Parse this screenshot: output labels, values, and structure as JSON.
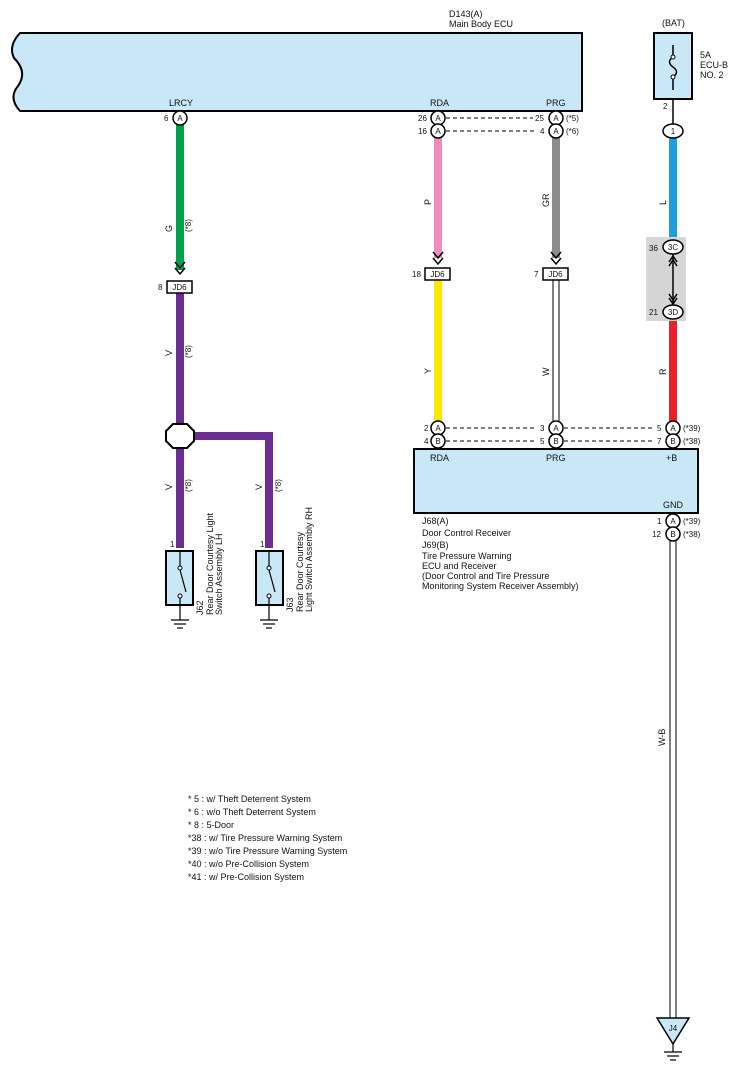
{
  "ecu_main": {
    "code": "D143(A)",
    "name": "Main Body ECU",
    "pins": {
      "lrcy": "LRCY",
      "rda": "RDA",
      "prg": "PRG"
    }
  },
  "battery": {
    "label": "(BAT)",
    "fuse_rating": "5A",
    "fuse_name": "ECU-B",
    "fuse_no": "NO. 2",
    "fuse_pin": "2",
    "conn_1": "1"
  },
  "pins_top": {
    "lrcy_num": "6",
    "lrcy_conn": "A",
    "rda_1_num": "26",
    "rda_1_conn": "A",
    "rda_2_num": "16",
    "rda_2_conn": "A",
    "prg_1_num": "25",
    "prg_1_conn": "A",
    "prg_1_note": "(*5)",
    "prg_2_num": "4",
    "prg_2_conn": "A",
    "prg_2_note": "(*6)"
  },
  "wires": {
    "g": "G",
    "g_note": "(*8)",
    "p": "P",
    "gr": "GR",
    "l": "L",
    "v1": "V",
    "v1_note": "(*8)",
    "y": "Y",
    "w": "W",
    "r": "R",
    "v2": "V",
    "v2_note": "(*8)",
    "v3": "V",
    "v3_note": "(*8)",
    "wb": "W-B"
  },
  "junctions": {
    "jd6_left_pin": "8",
    "jd6_left": "JD6",
    "jd6_mid_pin": "18",
    "jd6_mid": "JD6",
    "jd6_right_pin": "7",
    "jd6_right": "JD6",
    "c3c_pin": "36",
    "c3c": "3C",
    "c3d_pin": "21",
    "c3d": "3D"
  },
  "receiver": {
    "pin_rda": "RDA",
    "pin_prg": "PRG",
    "pin_b": "+B",
    "pin_gnd": "GND",
    "conn_rows": [
      {
        "num": "2",
        "conn": "A"
      },
      {
        "num": "4",
        "conn": "B"
      },
      {
        "num": "3",
        "conn": "A"
      },
      {
        "num": "5",
        "conn": "B"
      },
      {
        "num": "5",
        "conn": "A",
        "note": "(*39)"
      },
      {
        "num": "7",
        "conn": "B",
        "note": "(*38)"
      }
    ],
    "gnd_rows": [
      {
        "num": "1",
        "conn": "A",
        "note": "(*39)"
      },
      {
        "num": "12",
        "conn": "B",
        "note": "(*38)"
      }
    ],
    "code_a": "J68(A)",
    "name_a": "Door Control Receiver",
    "code_b": "J69(B)",
    "name_b_1": "Tire Pressure Warning",
    "name_b_2": "ECU and Receiver",
    "name_b_3": "(Door Control and Tire Pressure",
    "name_b_4": " Monitoring System Receiver Assembly)"
  },
  "switches": {
    "lh_pin": "1",
    "lh_code": "J62",
    "lh_name_1": "Rear Door Courtesy Light",
    "lh_name_2": "Switch Assembly LH",
    "rh_pin": "1",
    "rh_code": "J63",
    "rh_name_1": "Rear Door Courtesy",
    "rh_name_2": "Light Switch Assembly RH"
  },
  "ground": {
    "j4": "J4"
  },
  "notes": [
    "* 5 : w/ Theft Deterrent System",
    "* 6 : w/o Theft Deterrent System",
    "* 8 : 5-Door",
    "*38 : w/ Tire Pressure Warning System",
    "*39 : w/o Tire Pressure Warning System",
    "*40 : w/o Pre-Collision System",
    "*41 : w/ Pre-Collision System"
  ],
  "colors": {
    "ecu_fill": "#c8e8f8",
    "green": "#00a14b",
    "purple": "#6b2d91",
    "pink": "#f08cc0",
    "gray": "#8c8c8c",
    "blue": "#1aa0e0",
    "yellow": "#ffe600",
    "red": "#e8202a",
    "junction_bg": "#d6d6d6"
  }
}
